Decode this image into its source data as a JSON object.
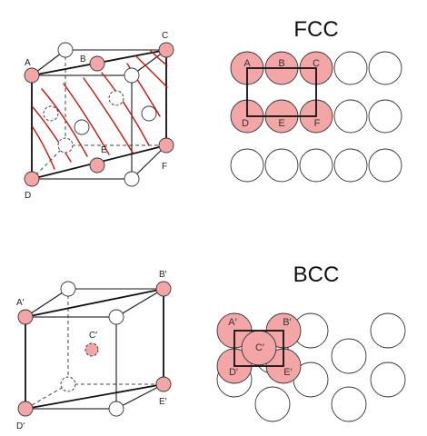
{
  "colors": {
    "atom_highlight": "#f4a6a6",
    "atom_plain": "#ffffff",
    "line": "#111111",
    "annotation": "#d01010"
  },
  "fcc": {
    "title": "FCC",
    "cube_labels": {
      "A": "A",
      "B": "B",
      "C": "C",
      "D": "D",
      "E": "E",
      "F": "F"
    },
    "layer_labels": {
      "A": "A",
      "B": "B",
      "C": "C",
      "D": "D",
      "E": "E",
      "F": "F"
    }
  },
  "bcc": {
    "title": "BCC",
    "cube_labels": {
      "A": "A′",
      "B": "B′",
      "C": "C′",
      "D": "D′",
      "E": "E′"
    },
    "layer_labels": {
      "A": "A′",
      "B": "B′",
      "C": "C′",
      "D": "D′",
      "E": "E′"
    }
  }
}
